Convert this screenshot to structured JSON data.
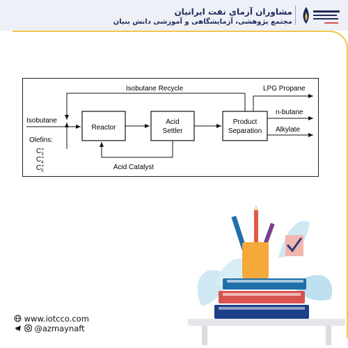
{
  "header": {
    "title": "مشاوران آزمای نفت ایرانیان",
    "subtitle": "مجتمع پژوهشی، آزمایشگاهی و آموزشی دانش بنیان"
  },
  "diagram": {
    "nodes": {
      "reactor": "Reactor",
      "acid_settler_1": "Acid",
      "acid_settler_2": "Settler",
      "product_sep_1": "Product",
      "product_sep_2": "Separation"
    },
    "labels": {
      "isobutane_recycle": "Isobutane Recycle",
      "isobutane": "Isobutane",
      "olefins": "Olefins:",
      "c3": "C",
      "c3_sub": "3",
      "c3_sup": "=",
      "c4": "C",
      "c4_sub": "4",
      "c4_sup": "=",
      "c5": "C",
      "c5_sub": "5",
      "c5_sup": "=",
      "acid_catalyst": "Acid Catalyst",
      "lpg_propane": "LPG Propane",
      "n_butane": "n-butane",
      "alkylate": "Alkylate"
    }
  },
  "footer": {
    "website": "www.iotcco.com",
    "social": "@azmaynaft"
  },
  "colors": {
    "header_bg": "#eef0f7",
    "brand_navy": "#1f2a5a",
    "accent_yellow": "#f4c54a",
    "book_blue": "#1f6fa8",
    "book_red": "#d9534f",
    "leaf_blue": "#bfe0ee"
  },
  "icons": [
    "telegram-icon",
    "instagram-icon",
    "globe-icon"
  ]
}
